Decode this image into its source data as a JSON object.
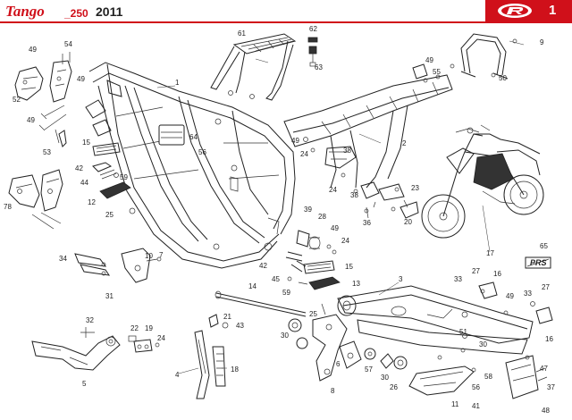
{
  "header": {
    "brand": "Tango",
    "model": "_250",
    "year": "2011",
    "page_number": "1",
    "brand_color": "#d0101a"
  },
  "icons": {
    "logo": "rieju-r-logo"
  },
  "diagram": {
    "badge": "PRS",
    "callouts": [
      "1",
      "2",
      "3",
      "4",
      "5",
      "6",
      "7",
      "8",
      "9",
      "10",
      "11",
      "12",
      "13",
      "14",
      "15",
      "15",
      "16",
      "16",
      "17",
      "18",
      "19",
      "20",
      "21",
      "22",
      "23",
      "24",
      "24",
      "24",
      "24",
      "25",
      "25",
      "26",
      "27",
      "27",
      "28",
      "30",
      "30",
      "30",
      "31",
      "32",
      "33",
      "33",
      "34",
      "36",
      "37",
      "38",
      "38",
      "39",
      "41",
      "42",
      "42",
      "43",
      "44",
      "45",
      "47",
      "48",
      "49",
      "49",
      "49",
      "49",
      "49",
      "49",
      "49",
      "50",
      "51",
      "52",
      "53",
      "54",
      "55",
      "56",
      "56",
      "57",
      "58",
      "59",
      "59",
      "61",
      "62",
      "63",
      "64",
      "65",
      "78"
    ]
  }
}
